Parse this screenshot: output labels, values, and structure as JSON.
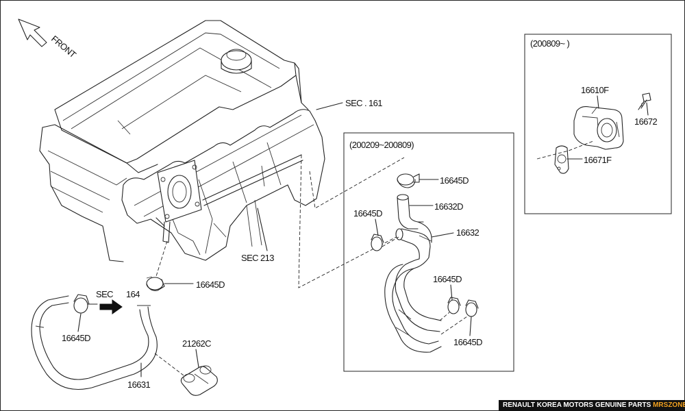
{
  "direction_label": "FRONT",
  "callouts": {
    "sec_161": "SEC . 161",
    "sec_213": "SEC  213",
    "sec_164_prefix": "SEC",
    "sec_164_number": "164",
    "clamp_16645d_main": "16645D",
    "clamp_16645d_left": "16645D",
    "hose_16631": "16631",
    "protector_21262c": "21262C"
  },
  "detail_mid": {
    "header": "(200209~200809)",
    "clamp_top": "16645D",
    "hose_16632d": "16632D",
    "hose_16632": "16632",
    "clamp_left": "16645D",
    "clamp_right_top": "16645D",
    "clamp_right_bottom": "16645D"
  },
  "detail_right": {
    "header": "(200809~ )",
    "throttle_16610f": "16610F",
    "bolt_16672": "16672",
    "gasket_16671f": "16671F"
  },
  "footer": {
    "text": "RENAULT KOREA MOTORS GENUINE PARTS",
    "brand": "MRSZONE"
  }
}
